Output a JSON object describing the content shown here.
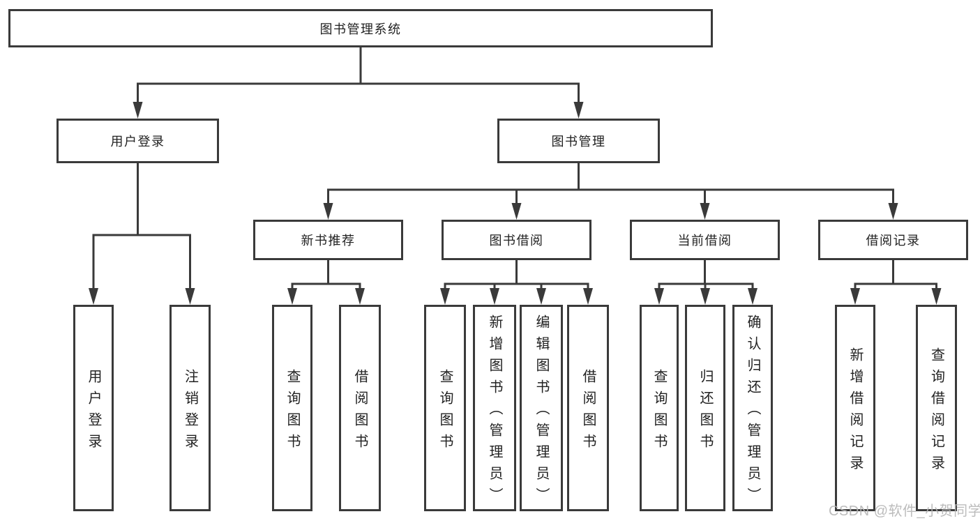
{
  "chart": {
    "title": "图书管理系统",
    "level2": {
      "user_login": "用户登录",
      "book_management": "图书管理"
    },
    "level3": {
      "new_book_recommend": "新书推荐",
      "book_borrow": "图书借阅",
      "current_borrow": "当前借阅",
      "borrow_records": "借阅记录"
    },
    "leaves": {
      "user_login": [
        "用户登录",
        "注销登录"
      ],
      "new_book_recommend": [
        "查询图书",
        "借阅图书"
      ],
      "book_borrow": [
        "查询图书",
        "新增图书（管理员）",
        "编辑图书（管理员）",
        "借阅图书"
      ],
      "current_borrow": [
        "查询图书",
        "归还图书",
        "确认归还（管理员）"
      ],
      "borrow_records": [
        "新增借阅记录",
        "查询借阅记录"
      ]
    }
  },
  "watermark": "CSDN @软件_小贺同学",
  "colors": {
    "line": "#3a3a3a",
    "text": "#222222",
    "background": "#ffffff",
    "watermark": "#b5b5b5"
  }
}
